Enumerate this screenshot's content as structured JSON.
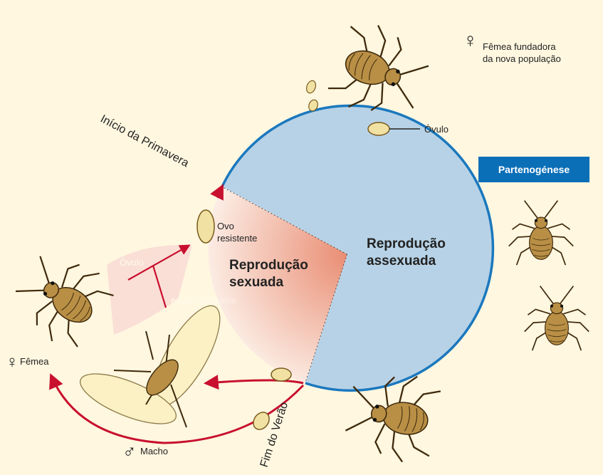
{
  "colors": {
    "background": "#fff7e0",
    "asexual_fill": "#b7d2e6",
    "circle_stroke": "#1a78be",
    "sexual_grad_inner": "#e98d73",
    "sexual_grad_outer": "#fdf3ec",
    "arrow_red": "#c8102e",
    "badge_bg": "#0b6fb8",
    "badge_text": "#ffffff",
    "aphid_body": "#b88f45",
    "aphid_outline": "#3f2a0d",
    "egg_fill": "#f1e2a3",
    "wing_fill": "#fbf1c4"
  },
  "labels": {
    "female_founder": [
      "Fêmea fundadora",
      "da nova população"
    ],
    "ovule": "Óvulo",
    "parthenogenesis": "Partenogénese",
    "spring_start": "Início da Primavera",
    "summer_end": "Fim do Verão",
    "resistant_egg": [
      "Ovo",
      "resistente"
    ],
    "sexual_reproduction": [
      "Reprodução",
      "sexuada"
    ],
    "asexual_reproduction": [
      "Reprodução",
      "assexuada"
    ],
    "female": "Fêmea",
    "male": "Macho",
    "ovule_faded": "Óvulo",
    "sperm_faded": "espermatozoide"
  },
  "icons": {
    "female_symbol": "♀",
    "male_symbol": "♂"
  }
}
